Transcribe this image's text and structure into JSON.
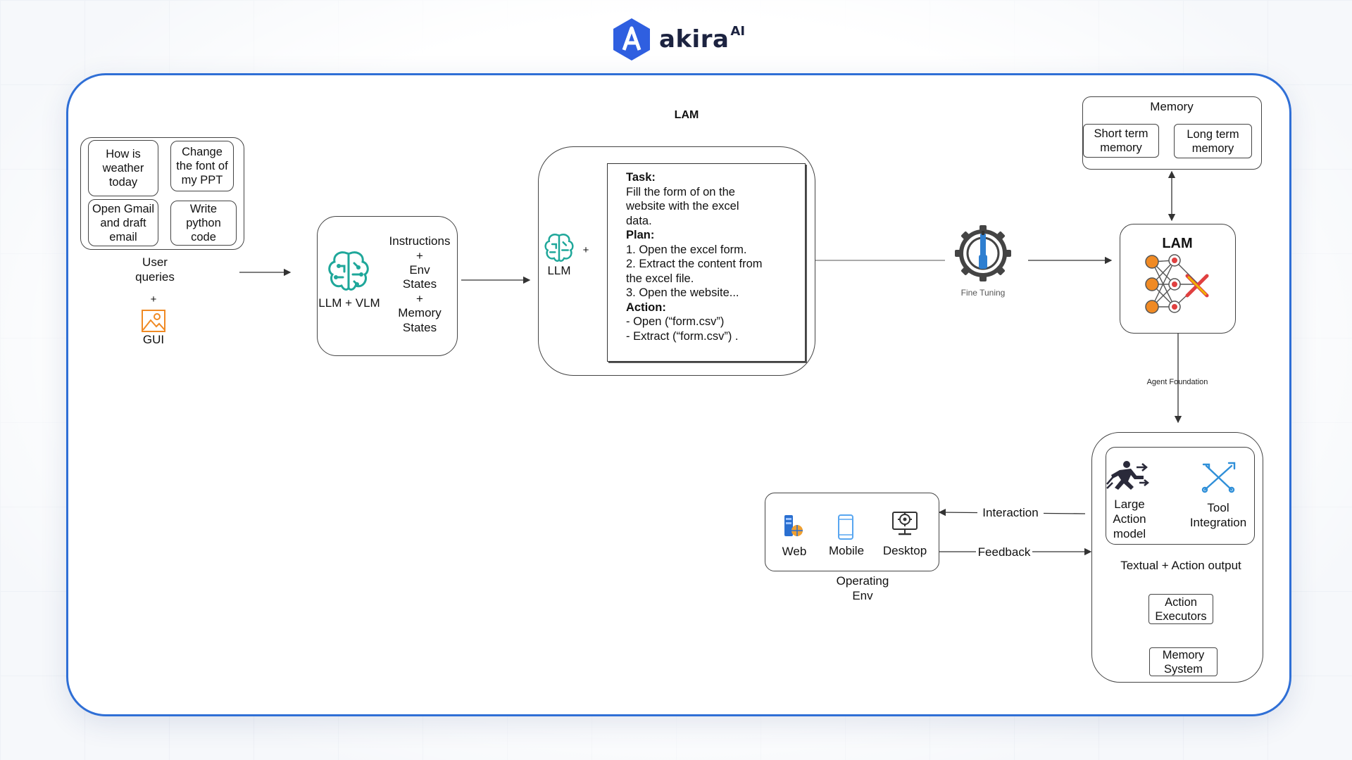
{
  "brand": {
    "name": "akira",
    "superscript": "AI"
  },
  "diagram": {
    "title": "LAM",
    "user_queries": {
      "items": [
        "How is weather today",
        "Change the font of my PPT",
        "Open Gmail and draft email",
        "Write python code"
      ],
      "label": "User queries",
      "plus": "+",
      "gui_label": "GUI"
    },
    "llm_vlm": {
      "label": "LLM + VLM",
      "inputs": [
        "Instructions",
        "+",
        "Env",
        "States",
        "+",
        "Memory",
        "States"
      ]
    },
    "llm_block": {
      "label": "LLM",
      "plus": "+",
      "task_heading": "Task:",
      "task_lines": [
        "Fill the form of on the",
        "website with the excel",
        "data."
      ],
      "plan_heading": "Plan:",
      "plan_lines": [
        "1. Open the excel form.",
        "2. Extract the content from",
        "the excel file.",
        "3. Open the website..."
      ],
      "action_heading": "Action:",
      "action_lines": [
        "- Open (“form.csv”)",
        "- Extract (“form.csv”) ."
      ]
    },
    "fine_tuning": {
      "label": "Fine Tuning"
    },
    "memory": {
      "title": "Memory",
      "short_term": "Short term memory",
      "long_term": "Long term memory"
    },
    "lam": {
      "label": "LAM"
    },
    "agent_foundation": {
      "label": "Agent Foundation"
    },
    "agent": {
      "large_action_model": "Large Action model",
      "tool_integration": "Tool Integration",
      "output": "Textual + Action output",
      "action_executors": "Action Executors",
      "memory_system": "Memory System"
    },
    "operating_env": {
      "web": "Web",
      "mobile": "Mobile",
      "desktop": "Desktop",
      "label": "Operating Env"
    },
    "edges": {
      "interaction": "Interaction",
      "feedback": "Feedback"
    }
  },
  "colors": {
    "frame": "#2f6fd6",
    "brand_logo": "#2f5fe0",
    "teal_icon": "#1fa79a",
    "orange": "#f08a24"
  },
  "icons": [
    "akira-logo-icon",
    "brain-circuit-icon",
    "image-icon",
    "gear-screwdriver-icon",
    "network-tools-icon",
    "runner-icon",
    "tools-icon",
    "web-server-icon",
    "mobile-phone-icon",
    "desktop-gear-icon"
  ]
}
